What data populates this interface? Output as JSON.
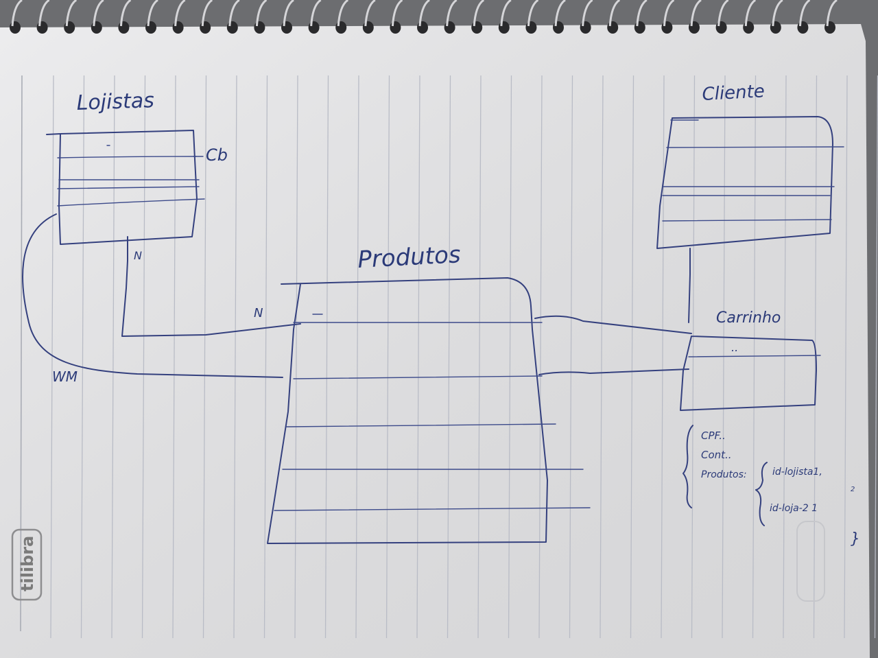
{
  "entities": {
    "lojistas": {
      "label": "Lojistas",
      "side_tag": "Cb"
    },
    "cliente": {
      "label": "Cliente"
    },
    "produtos": {
      "label": "Produtos"
    },
    "carrinho": {
      "label": "Carrinho",
      "dots": ".."
    }
  },
  "relations": {
    "lojistas_card": "N",
    "produtos_card": "N",
    "wm_label": "WM"
  },
  "notes": {
    "line1": "CPF..",
    "line2": "Cont..",
    "line3": "Produtos:",
    "item1": "id-lojista1,",
    "item2": "id-loja-2 1",
    "sup": "2",
    "close": "}"
  },
  "brand": "tilibra"
}
